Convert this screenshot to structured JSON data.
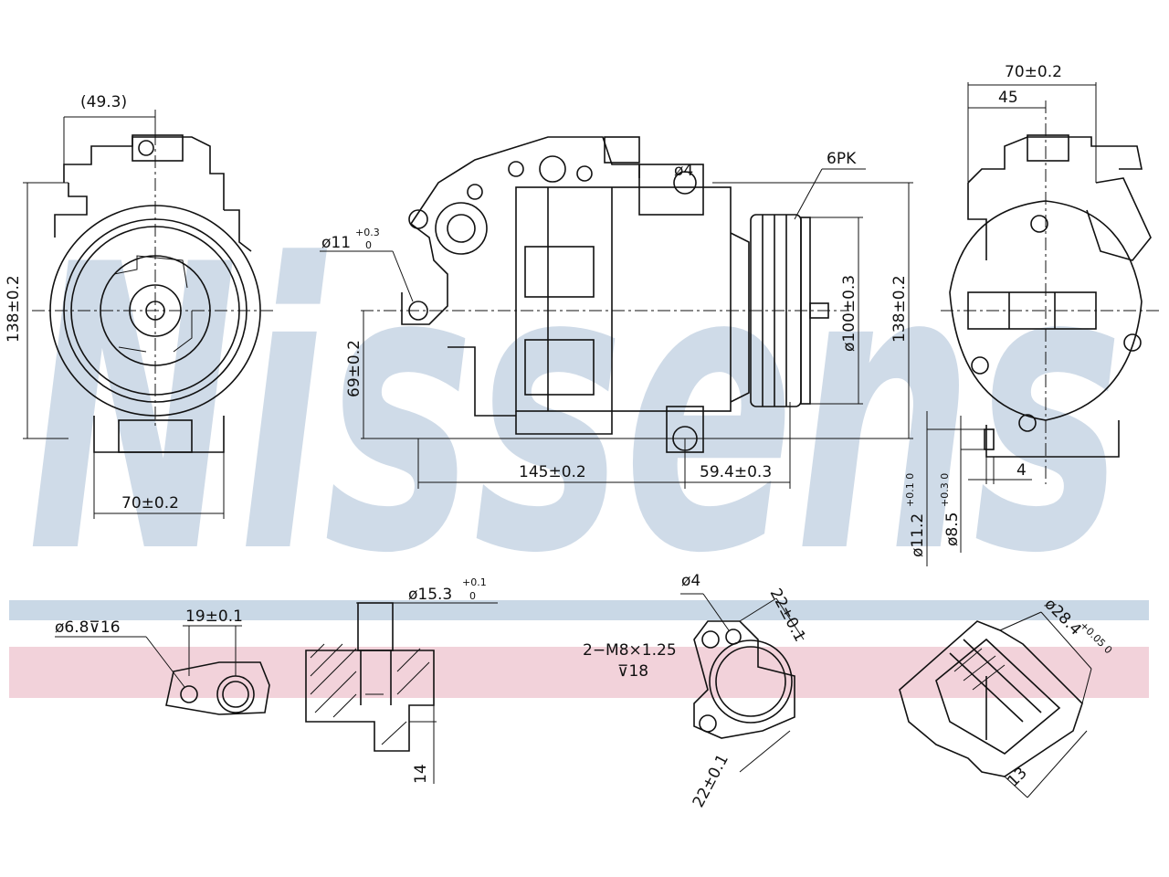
{
  "colors": {
    "watermark": "#cfdbe8",
    "band_blue": "#c9d8e6",
    "band_pink": "#f2d2da",
    "line": "#111111"
  },
  "watermark": {
    "text": "Nissens"
  },
  "front_view": {
    "top_width": "(49.3)",
    "height": "138±0.2",
    "base_width": "70±0.2"
  },
  "side_view": {
    "hole_dia": "ø11",
    "hole_tol_upper": "+0.3",
    "hole_tol_lower": "0",
    "axis_height": "69±0.2",
    "length": "145±0.2",
    "pulley_offset": "59.4±0.3",
    "belt": "6PK",
    "pulley_dia": "ø100±0.3",
    "height": "138±0.2",
    "small_hole": "ø4"
  },
  "rear_view": {
    "width": "70±0.2",
    "offset": "45",
    "outer_dia": "ø11.2",
    "outer_tol": "+0.1 0",
    "inner_dia": "ø8.5",
    "inner_tol": "+0.3 0",
    "depth": "4"
  },
  "detail_1": {
    "hole": "ø6.8⊽16",
    "spacing": "19±0.1"
  },
  "detail_2": {
    "bore": "ø15.3",
    "tol_upper": "+0.1",
    "tol_lower": "0",
    "depth": "14"
  },
  "detail_3": {
    "hole": "ø4",
    "thread": "2−M8×1.25",
    "thread_depth": "⊽18",
    "top": "22±0.1",
    "bottom": "22±0.1"
  },
  "detail_4": {
    "bore": "ø28.4",
    "tol": "+0.05 0",
    "depth": "13"
  }
}
